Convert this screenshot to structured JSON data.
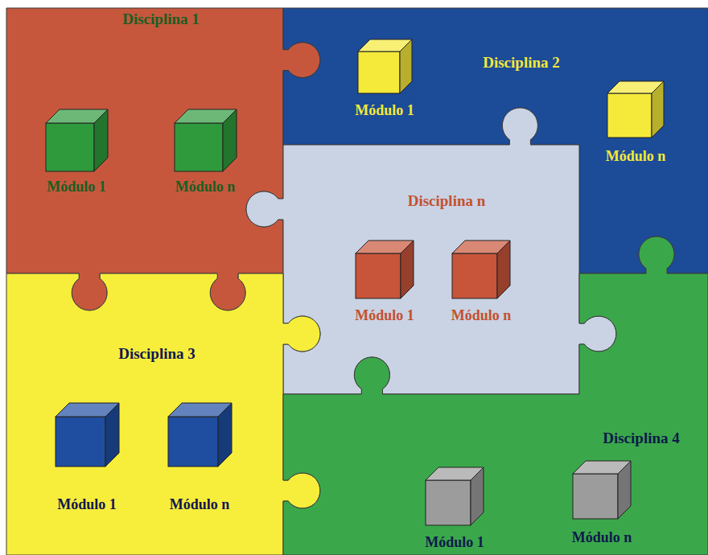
{
  "diagram": {
    "nodes": [
      {
        "text": [
          "Disciplina 1"
        ]
      },
      {
        "text": [
          "Módulo 1"
        ],
        "in": 0
      },
      {
        "text": [
          "Módulo n"
        ],
        "in": 0
      },
      {
        "text": [
          "Disciplina 2"
        ]
      },
      {
        "text": [
          "Módulo 1"
        ],
        "in": 3
      },
      {
        "text": [
          "Módulo n"
        ],
        "in": 3
      },
      {
        "text": [
          "Disciplina n"
        ]
      },
      {
        "text": [
          "Módulo 1"
        ],
        "in": 6
      },
      {
        "text": [
          "Módulo n"
        ],
        "in": 6
      },
      {
        "text": [
          "Disciplina 3"
        ]
      },
      {
        "text": [
          "Módulo 1"
        ],
        "in": 9
      },
      {
        "text": [
          "Módulo n"
        ],
        "in": 9
      },
      {
        "text": [
          "Disciplina 4"
        ]
      },
      {
        "text": [
          "Módulo 1"
        ],
        "in": 12
      },
      {
        "text": [
          "Módulo n"
        ],
        "in": 12
      }
    ]
  }
}
